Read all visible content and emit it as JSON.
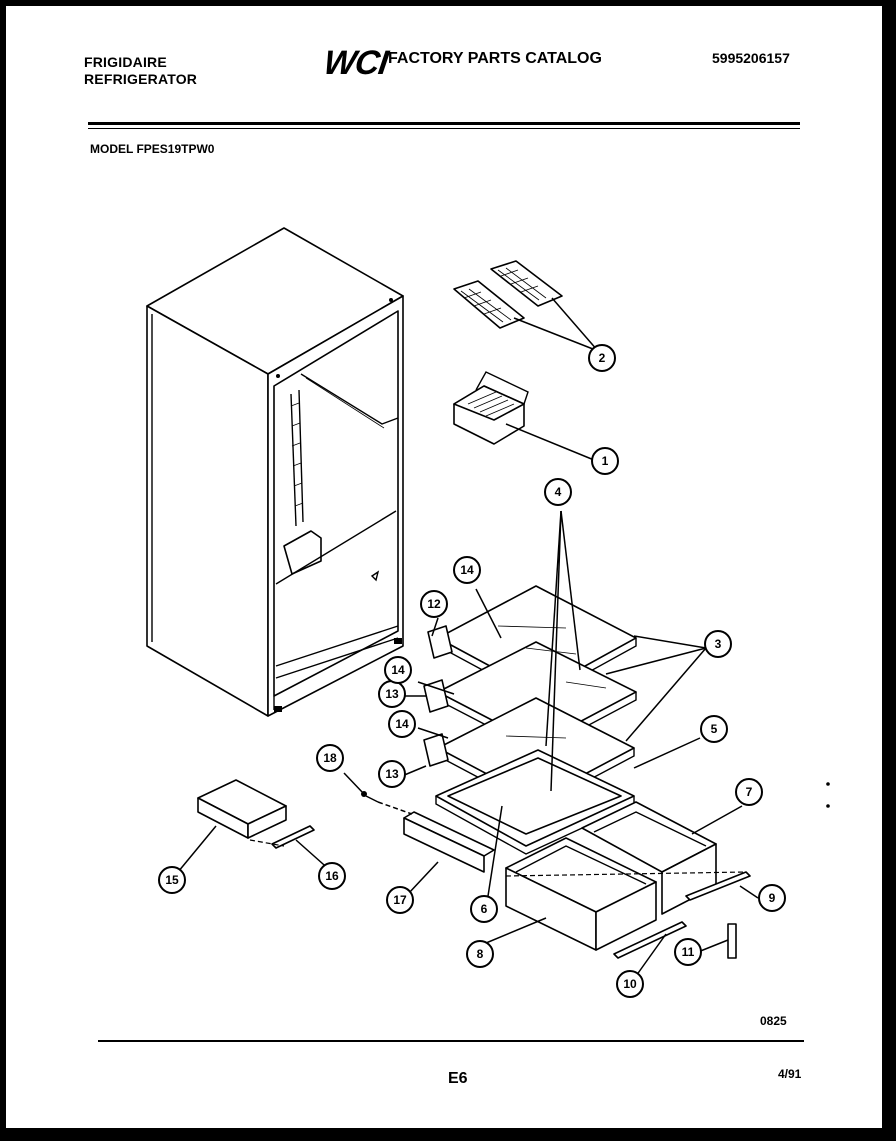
{
  "header": {
    "brand_line1": "FRIGIDAIRE",
    "brand_line2": "REFRIGERATOR",
    "logo_text": "WCI",
    "catalog_title": "FACTORY PARTS CATALOG",
    "part_number": "5995206157",
    "model_label": "MODEL FPES19TPW0"
  },
  "callouts": [
    "1",
    "2",
    "3",
    "4",
    "5",
    "6",
    "7",
    "8",
    "9",
    "10",
    "11",
    "12",
    "13",
    "14",
    "15",
    "16",
    "17",
    "18"
  ],
  "callout_labels": {
    "c1": "1",
    "c2": "2",
    "c3": "3",
    "c4": "4",
    "c5": "5",
    "c6": "6",
    "c7": "7",
    "c8": "8",
    "c9": "9",
    "c10": "10",
    "c11": "11",
    "c12": "12",
    "c13a": "13",
    "c13b": "13",
    "c14a": "14",
    "c14b": "14",
    "c14c": "14",
    "c15": "15",
    "c16": "16",
    "c17": "17",
    "c18": "18"
  },
  "footer": {
    "diagram_code": "0825",
    "page_label": "E6",
    "date": "4/91"
  }
}
